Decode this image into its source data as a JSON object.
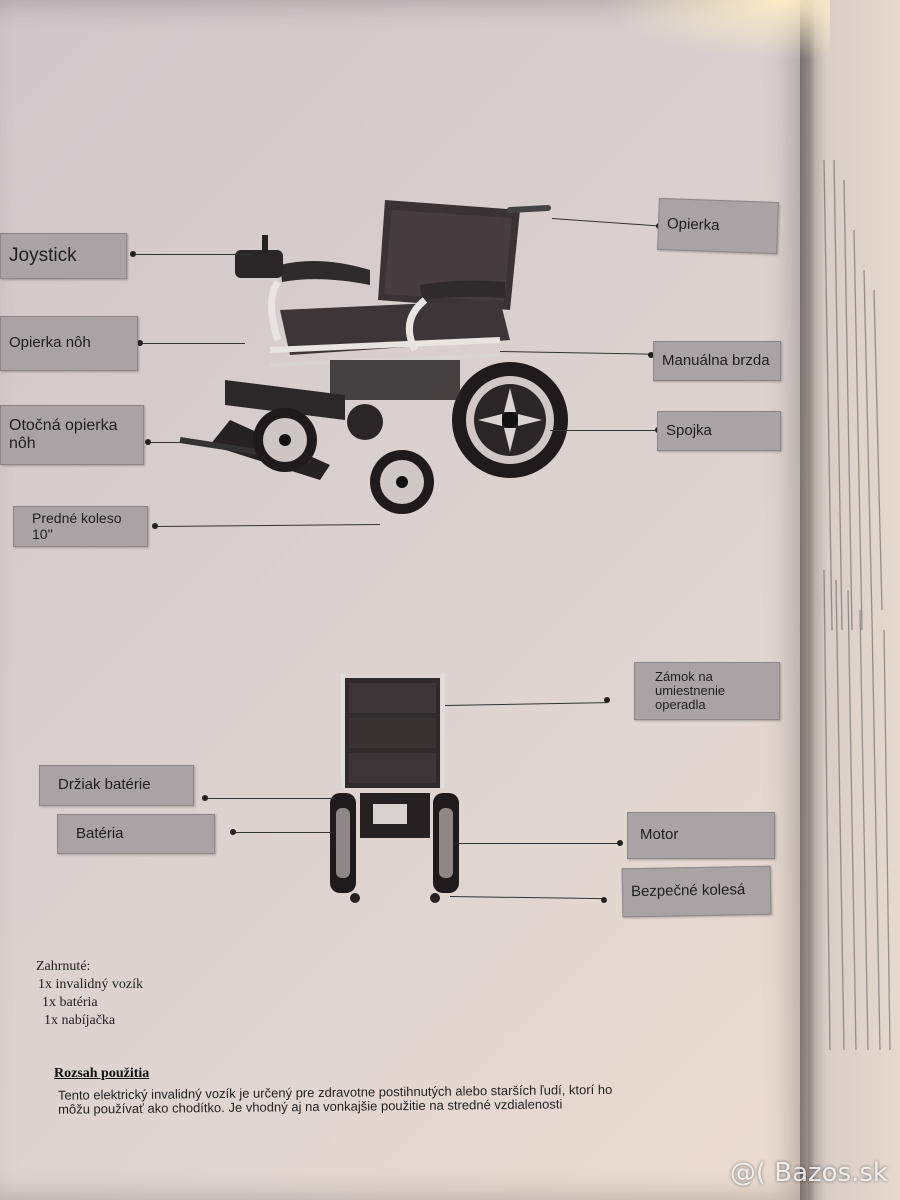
{
  "labels": {
    "opierka": "Opierka",
    "joystick": "Joystick",
    "opierka_noh": "Opierka nôh",
    "manualna_brzda": "Manuálna brzda",
    "otocna_line1": "Otočná opierka",
    "otocna_line2": "nôh",
    "spojka": "Spojka",
    "predne_line1": "Predné koleso",
    "predne_line2": "10''",
    "zamok_line1": "Zámok na",
    "zamok_line2": "umiestnenie operadla",
    "drziak_baterie": "Držiak batérie",
    "bateria": "Batéria",
    "motor": "Motor",
    "bezpecne_kolesa": "Bezpečné kolesá"
  },
  "included": {
    "heading": "Zahrnuté:",
    "items": [
      "1x invalidný vozík",
      "1x batéria",
      "1x nabíjačka"
    ]
  },
  "usage": {
    "title": "Rozsah použitia",
    "line1": "Tento elektrický invalidný vozík je určený pre zdravotne postihnutých alebo starších ľudí, ktorí ho",
    "line2": "môžu používať ako chodítko. Je vhodný aj na vonkajšie použitie na stredné vzdialenosti"
  },
  "watermark": "@( Bazos.sk",
  "colors": {
    "label_bg": "#a9a3a5",
    "page_bg": "#d8cfcf"
  }
}
